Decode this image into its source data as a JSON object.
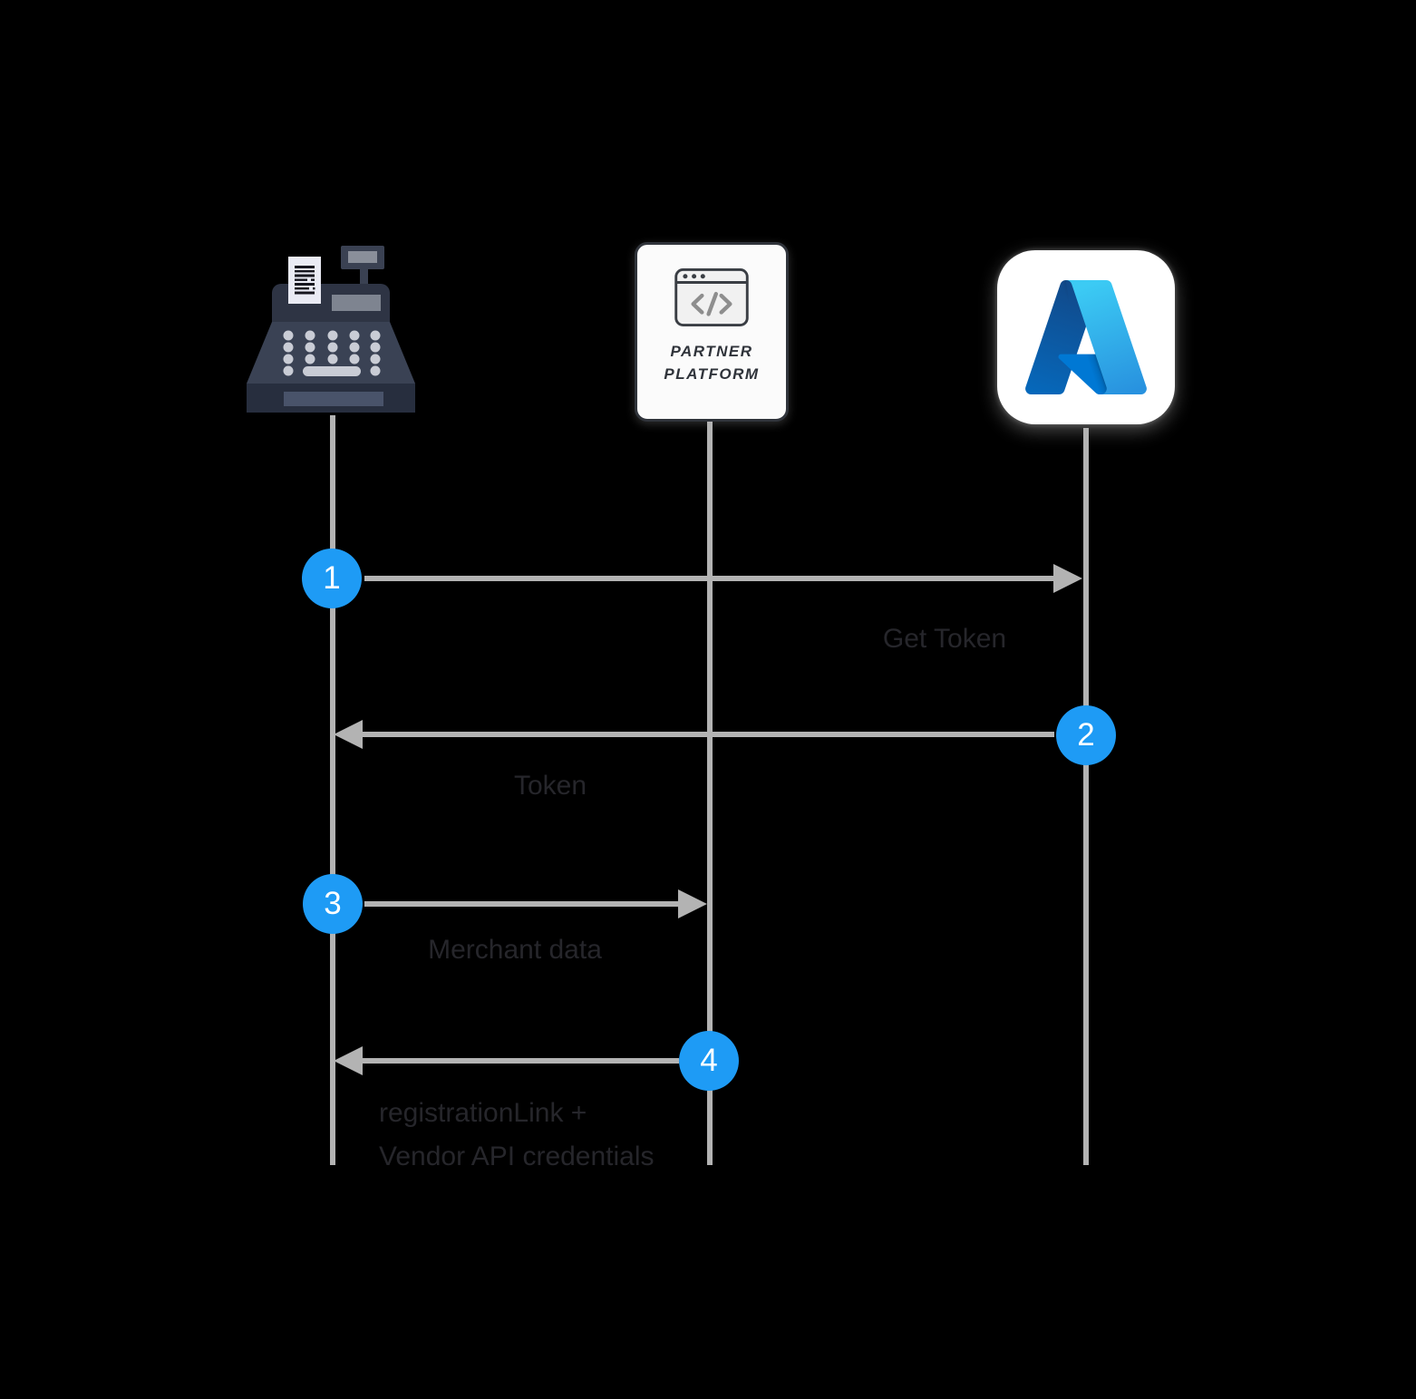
{
  "colors": {
    "background": "#000000",
    "badge_blue": "#1E9BF5",
    "line_gray": "#B3B3B3",
    "label_text": "#26262B",
    "partner_border": "#30343B",
    "azure_box_bg": "#FFFFFF"
  },
  "actors": {
    "cash_register": {
      "icon": "cash-register-icon"
    },
    "partner_platform": {
      "icon": "code-window-icon",
      "label_line1": "PARTNER",
      "label_line2": "PLATFORM"
    },
    "azure": {
      "icon": "azure-logo-icon"
    }
  },
  "steps": [
    {
      "number": "1",
      "label": "Get Token",
      "from": "cash-register",
      "to": "azure"
    },
    {
      "number": "2",
      "label": "Token",
      "from": "azure",
      "to": "cash-register"
    },
    {
      "number": "3",
      "label": "Merchant data",
      "from": "cash-register",
      "to": "partner-platform"
    },
    {
      "number": "4",
      "label": "registrationLink +",
      "label_line2": "Vendor API credentials",
      "from": "partner-platform",
      "to": "cash-register"
    }
  ]
}
